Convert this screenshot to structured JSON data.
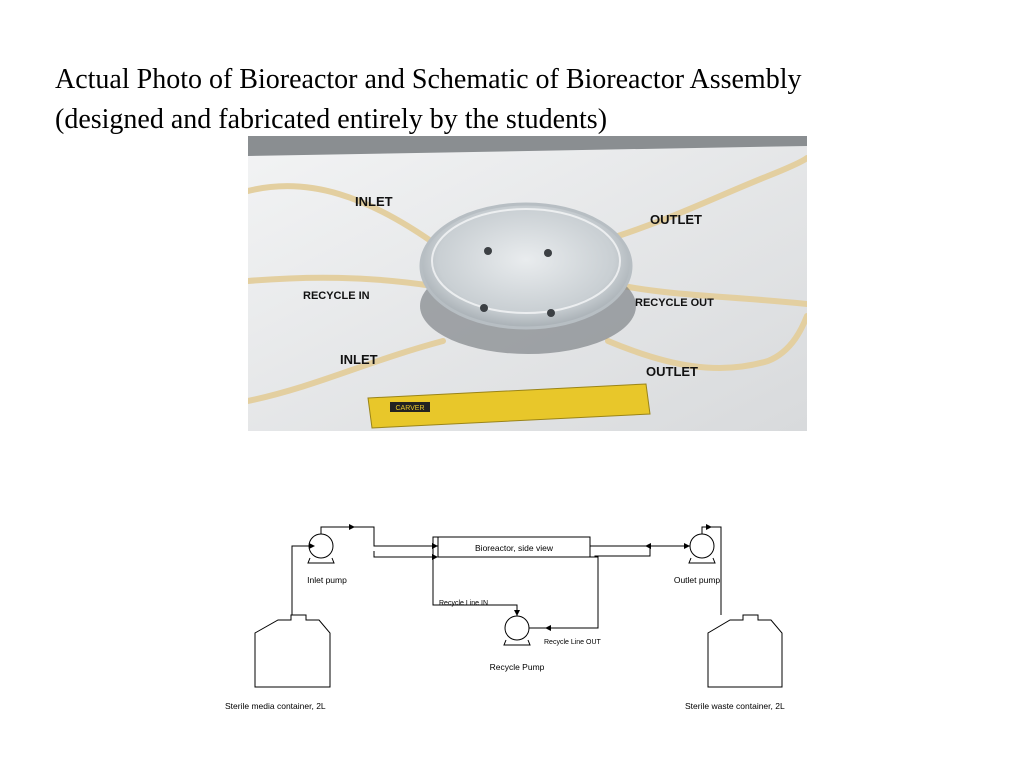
{
  "slide": {
    "title_line1": "Actual Photo of Bioreactor and Schematic of Bioreactor Assembly",
    "title_line2": "(designed and fabricated entirely by the students)"
  },
  "photo": {
    "labels": {
      "inlet_top": "INLET",
      "outlet_top": "OUTLET",
      "recycle_in": "RECYCLE IN",
      "recycle_out": "RECYCLE OUT",
      "inlet_bottom": "INLET",
      "outlet_bottom": "OUTLET"
    },
    "ruler_brand": "CARVER",
    "colors": {
      "background": "#8a8e91",
      "paper": "#e6e7e8",
      "tubing": "#e3cfa0",
      "ruler": "#e8c72a"
    }
  },
  "schematic": {
    "bioreactor_label": "Bioreactor, side view",
    "inlet_pump_label": "Inlet pump",
    "outlet_pump_label": "Outlet pump",
    "recycle_pump_label": "Recycle Pump",
    "recycle_line_in_label": "Recycle Line IN",
    "recycle_line_out_label": "Recycle Line OUT",
    "media_container_label": "Sterile media container, 2L",
    "waste_container_label": "Sterile waste container, 2L"
  }
}
